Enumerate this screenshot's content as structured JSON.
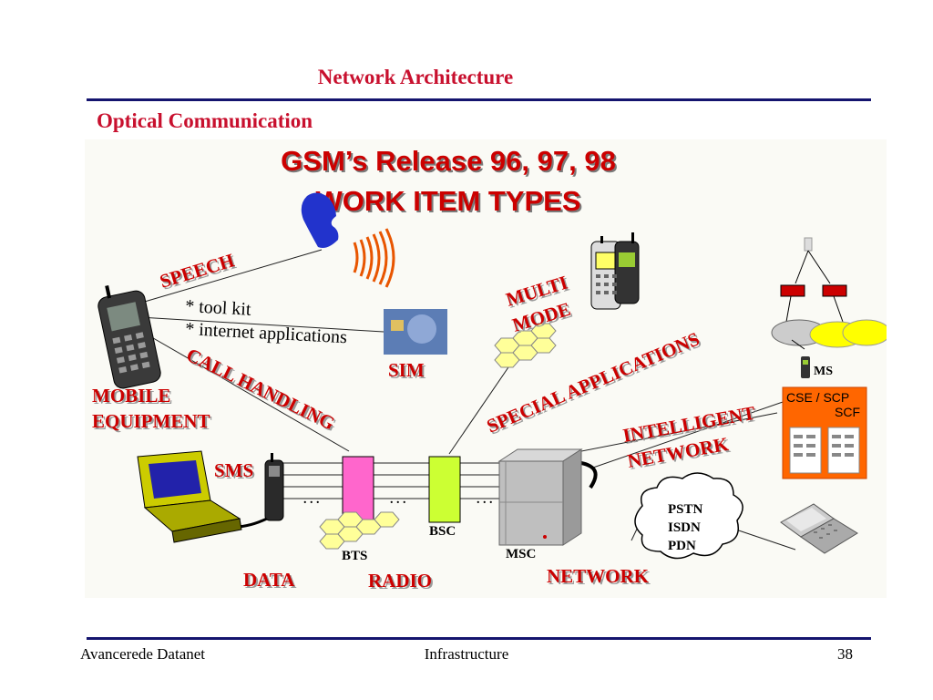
{
  "slide": {
    "title": "Network Architecture",
    "subtitle": "Optical Communication"
  },
  "diagram": {
    "heading_line1": "GSM’s Release 96, 97, 98",
    "heading_line2": "WORK ITEM TYPES",
    "speech": "SPEECH",
    "tool_kit": "* tool kit",
    "internet_apps": "* internet applications",
    "sim": "SIM",
    "multi": "MULTI",
    "mode": "MODE",
    "mobile": "MOBILE",
    "equipment": "EQUIPMENT",
    "call_handling": "CALL HANDLING",
    "special_applications": "SPECIAL APPLICATIONS",
    "intelligent": "INTELLIGENT",
    "network_word": "NETWORK",
    "ms": "MS",
    "cse_scp": "CSE / SCP",
    "scf": "SCF",
    "sms": "SMS",
    "dots": ". . .",
    "bts": "BTS",
    "bsc": "BSC",
    "msc": "MSC",
    "pstn": "PSTN",
    "isdn": "ISDN",
    "pdn": "PDN",
    "data": "DATA",
    "radio": "RADIO",
    "network_label": "NETWORK"
  },
  "colors": {
    "accent_red": "#cc0000",
    "rule_navy": "#14146e",
    "bts_magenta": "#ff66cc",
    "bsc_green": "#ccff33",
    "honeycomb_yellow": "#ffff99",
    "scp_orange": "#ff6600"
  },
  "footer": {
    "left": "Avancerede Datanet",
    "center": "Infrastructure",
    "page": "38"
  }
}
